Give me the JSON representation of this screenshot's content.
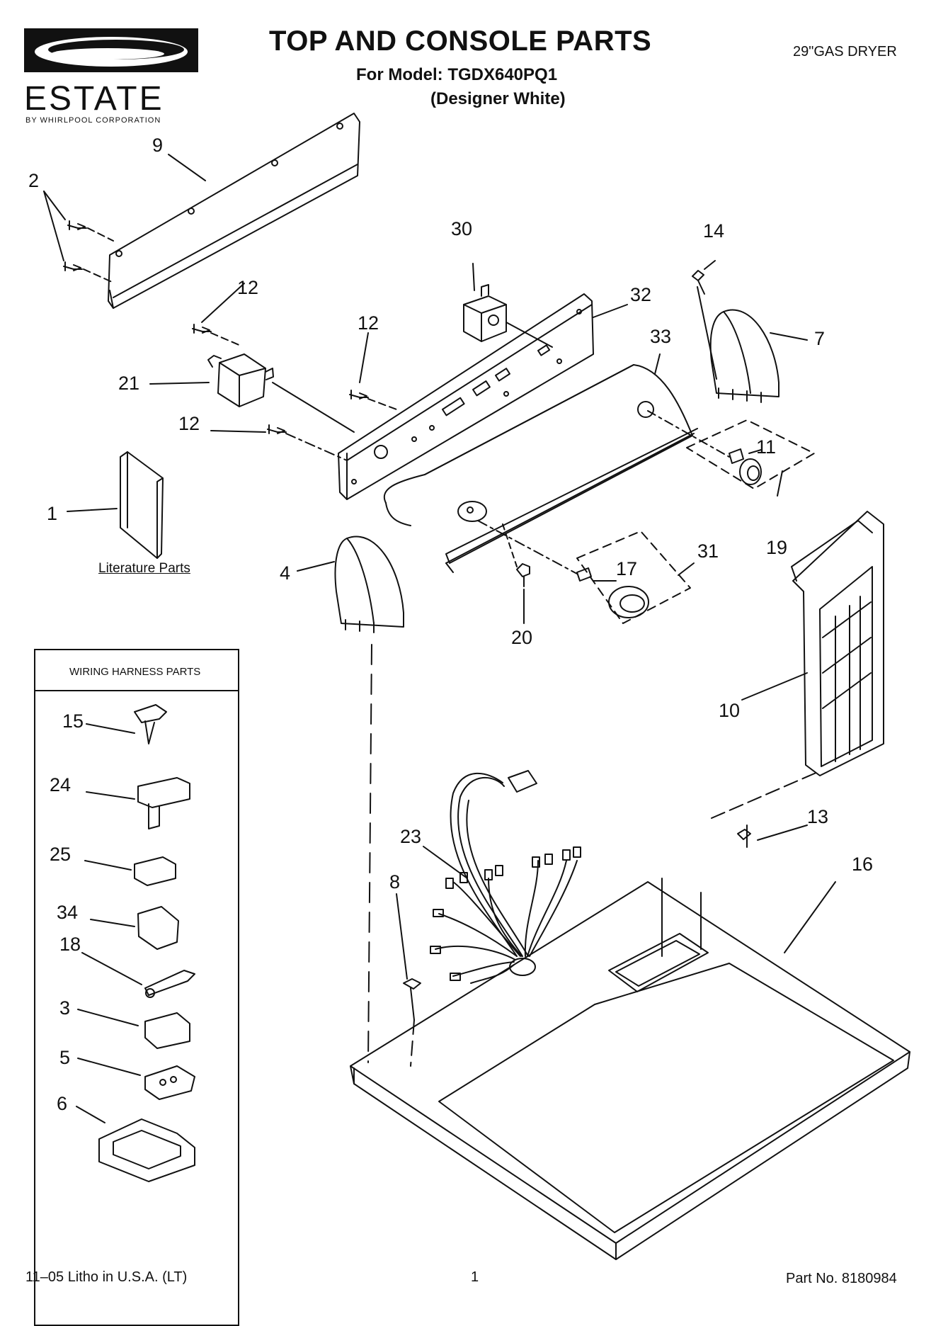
{
  "header": {
    "brand": "ESTATE",
    "brand_sub": "BY WHIRLPOOL CORPORATION",
    "title": "TOP AND CONSOLE PARTS",
    "model_line": "For Model: TGDX640PQ1",
    "variant_line": "(Designer White)",
    "product_type": "29\"GAS DRYER"
  },
  "literature_label": "Literature Parts",
  "harness": {
    "title": "WIRING HARNESS PARTS",
    "callouts": [
      "15",
      "24",
      "25",
      "34",
      "18",
      "3",
      "5",
      "6"
    ]
  },
  "callouts": {
    "c1": "1",
    "c2": "2",
    "c4": "4",
    "c7": "7",
    "c8": "8",
    "c9": "9",
    "c10": "10",
    "c11": "11",
    "c12a": "12",
    "c12b": "12",
    "c12c": "12",
    "c13": "13",
    "c14": "14",
    "c16": "16",
    "c17": "17",
    "c19": "19",
    "c20": "20",
    "c21": "21",
    "c23": "23",
    "c30": "30",
    "c31": "31",
    "c32": "32",
    "c33": "33"
  },
  "footer": {
    "litho": "11–05 Litho in U.S.A. (LT)",
    "page_number": "1",
    "part_number": "Part No. 8180984"
  }
}
